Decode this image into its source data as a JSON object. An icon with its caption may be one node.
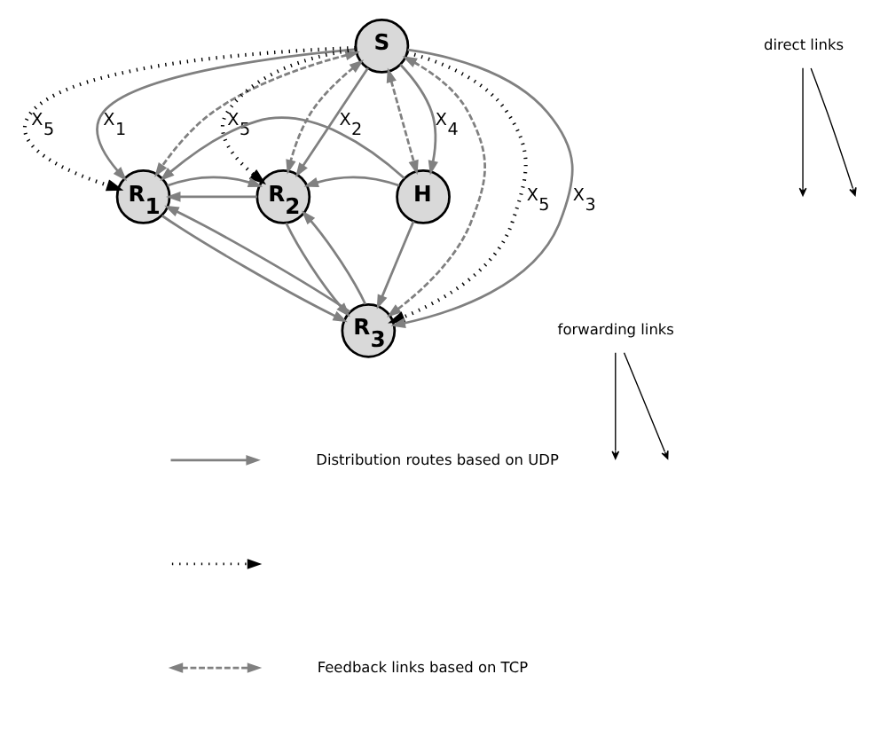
{
  "diagram": {
    "nodes": [
      {
        "text": [
          "S"
        ]
      },
      {
        "text": [
          "R$_{1}$"
        ]
      },
      {
        "text": [
          "R$_{2}$"
        ]
      },
      {
        "text": [
          "H"
        ]
      },
      {
        "text": [
          "R$_{3}$"
        ]
      },
      {
        "text": [
          "direct links"
        ]
      },
      {
        "text": [
          "forwarding links"
        ]
      }
    ],
    "edges": [
      {
        "from": 0,
        "to": 1,
        "arrow": "to",
        "label": "X$_{5}$",
        "style": "dashed",
        "color": "#000000"
      },
      {
        "from": 0,
        "to": 1,
        "arrow": "to",
        "label": "X$_{1}$"
      },
      {
        "from": 0,
        "to": 1,
        "arrow": "both",
        "style": "dashed"
      },
      {
        "from": 0,
        "to": 2,
        "arrow": "to",
        "label": "X$_{5}$",
        "style": "dashed",
        "color": "#000000"
      },
      {
        "from": 0,
        "to": 2,
        "arrow": "both",
        "style": "dashed"
      },
      {
        "from": 0,
        "to": 2,
        "arrow": "to",
        "label": "X$_{2}$"
      },
      {
        "from": 0,
        "to": 4,
        "arrow": "both",
        "style": "dashed"
      },
      {
        "from": 0,
        "to": 4,
        "arrow": "to",
        "label": "X$_{5}$",
        "style": "dashed",
        "color": "#000000"
      },
      {
        "from": 0,
        "to": 4,
        "arrow": "to",
        "label": "X$_{3}$"
      },
      {
        "from": 0,
        "to": 3,
        "arrow": "both",
        "style": "dashed"
      },
      {
        "from": 0,
        "to": 3,
        "arrow": "to",
        "label": "X$_{4}$"
      },
      {
        "from": 3,
        "to": 1,
        "arrow": "to"
      },
      {
        "from": 3,
        "to": 2,
        "arrow": "to"
      },
      {
        "from": 3,
        "to": 4,
        "arrow": "to"
      },
      {
        "from": 2,
        "to": 1,
        "arrow": "to"
      },
      {
        "from": 1,
        "to": 2,
        "arrow": "to"
      },
      {
        "from": 4,
        "to": 1,
        "arrow": "to"
      },
      {
        "from": 1,
        "to": 4,
        "arrow": "to"
      },
      {
        "from": 4,
        "to": 2,
        "arrow": "to"
      },
      {
        "from": 2,
        "to": 4,
        "arrow": "to"
      },
      {
        "from": 5,
        "to": null,
        "arrow": "to",
        "color": "#000000"
      },
      {
        "from": 5,
        "to": null,
        "arrow": "to",
        "color": "#000000"
      },
      {
        "from": 6,
        "to": null,
        "arrow": "to",
        "color": "#000000"
      },
      {
        "from": 6,
        "to": null,
        "arrow": "to",
        "color": "#000000"
      }
    ],
    "legend": [
      {
        "text": "Distribution routes based on UDP"
      },
      {
        "text": "Feedback links based on TCP"
      }
    ]
  }
}
